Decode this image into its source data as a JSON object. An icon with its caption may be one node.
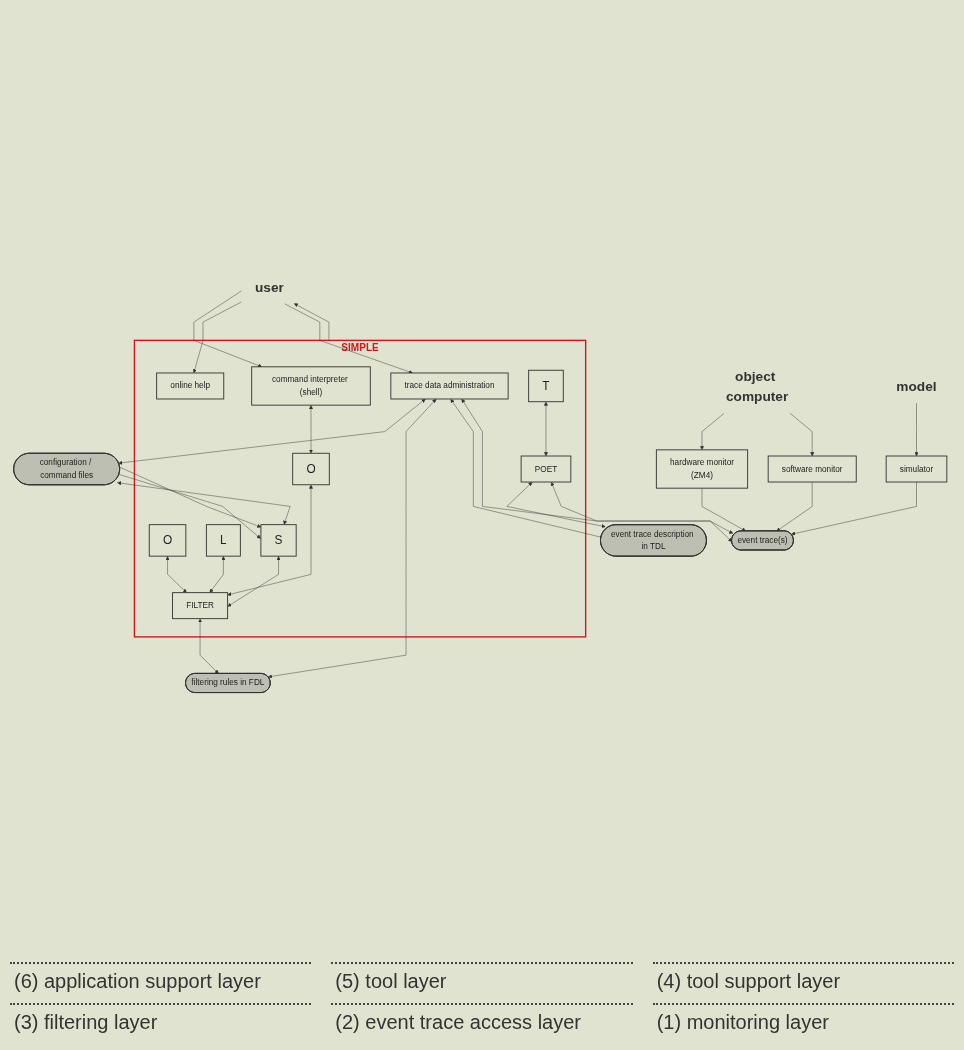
{
  "diagram": {
    "nodes": [
      {
        "text": [
          "user"
        ]
      },
      {
        "text": [
          "SIMPLE"
        ]
      },
      {
        "text": [
          "command interpreter (shell)"
        ],
        "in": 1
      },
      {
        "text": [
          "online help"
        ],
        "in": 1
      },
      {
        "text": [
          "trace data administration"
        ],
        "in": 1
      },
      {
        "text": [
          "T"
        ],
        "in": 1
      },
      {
        "text": [
          "O"
        ],
        "in": 1
      },
      {
        "text": [
          "O"
        ],
        "in": 1
      },
      {
        "text": [
          "L"
        ],
        "in": 1
      },
      {
        "text": [
          "S"
        ],
        "in": 1
      },
      {
        "text": [
          "FILTER"
        ],
        "in": 1
      },
      {
        "text": [
          "POET"
        ],
        "in": 1
      },
      {
        "text": [
          "configuration / command files"
        ]
      },
      {
        "text": [
          "filtering rules in FDL"
        ]
      },
      {
        "text": [
          "event trace description in TDL"
        ]
      },
      {
        "text": [
          "event trace(s)"
        ]
      },
      {
        "text": [
          "hardware monitor",
          "(ZM4)"
        ]
      },
      {
        "text": [
          "software monitor"
        ]
      },
      {
        "text": [
          "simulator"
        ]
      },
      {
        "text": [
          "object computer"
        ]
      },
      {
        "text": [
          "model"
        ]
      }
    ],
    "edges": [
      {
        "from": 0,
        "to": 2,
        "arrow": "to"
      },
      {
        "from": 0,
        "to": 3,
        "arrow": "to"
      },
      {
        "from": 0,
        "to": 4,
        "arrow": "to"
      },
      {
        "from": 1,
        "to": 0,
        "arrow": "to"
      },
      {
        "from": 2,
        "to": 7,
        "arrow": "both"
      },
      {
        "from": 12,
        "to": 9,
        "arrow": "to"
      },
      {
        "from": 9,
        "to": 12,
        "arrow": "both"
      },
      {
        "from": 9,
        "to": 12,
        "arrow": "both"
      },
      {
        "from": 5,
        "to": 11,
        "arrow": "both"
      },
      {
        "from": 6,
        "to": 10,
        "arrow": "both"
      },
      {
        "from": 7,
        "to": 10,
        "arrow": "both"
      },
      {
        "from": 8,
        "to": 10,
        "arrow": "both"
      },
      {
        "from": 9,
        "to": 10,
        "arrow": "both"
      },
      {
        "from": 10,
        "to": 13,
        "arrow": "both"
      },
      {
        "from": 11,
        "to": 14,
        "arrow": "both"
      },
      {
        "from": 11,
        "to": 15,
        "arrow": "both"
      },
      {
        "from": 4,
        "to": 12,
        "arrow": "both"
      },
      {
        "from": 4,
        "to": 13,
        "arrow": "both"
      },
      {
        "from": 4,
        "to": 14,
        "arrow": "both"
      },
      {
        "from": 4,
        "to": 15,
        "arrow": "both"
      },
      {
        "from": 16,
        "to": 15,
        "arrow": "to"
      },
      {
        "from": 17,
        "to": 15,
        "arrow": "to"
      },
      {
        "from": 18,
        "to": 15,
        "arrow": "to"
      },
      {
        "from": 19,
        "to": 16,
        "arrow": "to"
      },
      {
        "from": 19,
        "to": 17,
        "arrow": "to"
      },
      {
        "from": 20,
        "to": 18,
        "arrow": "to"
      }
    ],
    "labels": [
      "(6) application support layer",
      "(5) tool layer",
      "(4) tool support layer",
      "(3) filtering layer",
      "(2) event trace access layer",
      "(1) monitoring layer"
    ]
  }
}
